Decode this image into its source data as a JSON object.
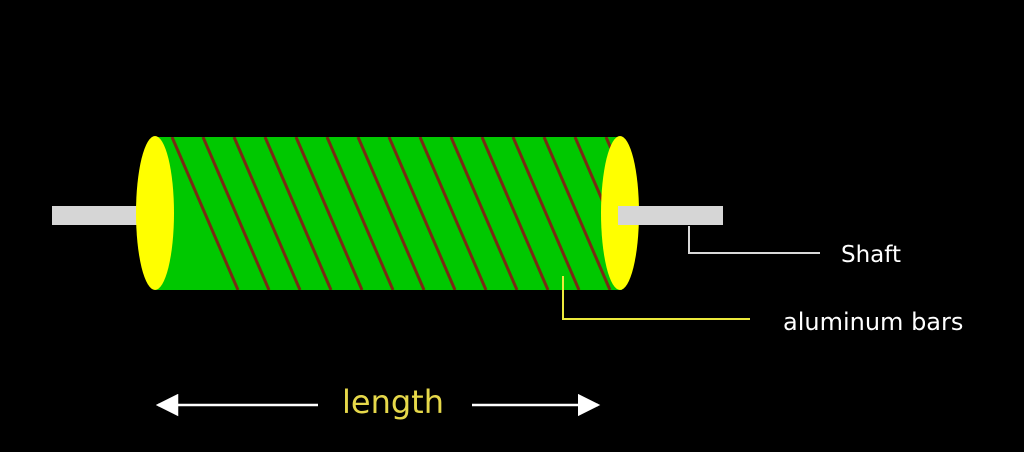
{
  "labels": {
    "shaft": "Shaft",
    "bars": "aluminum bars",
    "length": "length"
  },
  "colors": {
    "background": "#000000",
    "rotor_body": "#00c800",
    "end_ring": "#ffff00",
    "bar_stripe": "#7a2a14",
    "shaft": "#d6d6d6",
    "shaft_leader": "#d8d8d8",
    "bars_leader": "#ecea3c",
    "shaft_text": "#ffffff",
    "bars_text": "#ffffff",
    "length_text": "#e6d84a",
    "arrow": "#ffffff"
  }
}
